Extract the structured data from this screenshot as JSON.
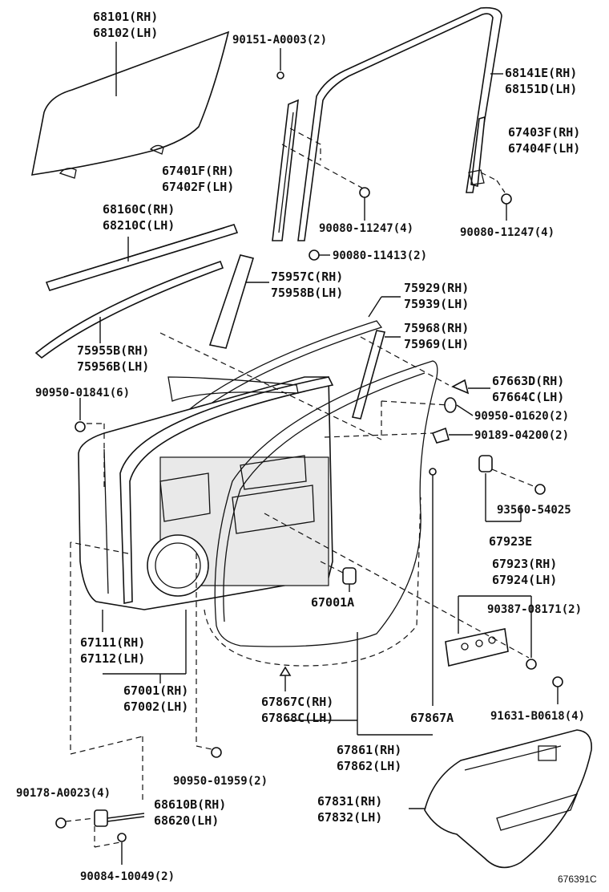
{
  "diagram_id": "676391C",
  "labels": {
    "p68101": "68101(RH)",
    "p68102": "68102(LH)",
    "p90151": "90151-A0003(2)",
    "p68141e": "68141E(RH)",
    "p68151d": "68151D(LH)",
    "p67403f": "67403F(RH)",
    "p67404f": "67404F(LH)",
    "p67401f": "67401F(RH)",
    "p67402f": "67402F(LH)",
    "p90080a": "90080-11247(4)",
    "p90080b": "90080-11247(4)",
    "p68160c": "68160C(RH)",
    "p68210c": "68210C(LH)",
    "p90080c": "90080-11413(2)",
    "p75957c": "75957C(RH)",
    "p75958b": "75958B(LH)",
    "p75929": "75929(RH)",
    "p75939": "75939(LH)",
    "p75968": "75968(RH)",
    "p75969": "75969(LH)",
    "p75955b": "75955B(RH)",
    "p75956b": "75956B(LH)",
    "p90950a": "90950-01841(6)",
    "p67663d": "67663D(RH)",
    "p67664c": "67664C(LH)",
    "p90950b": "90950-01620(2)",
    "p90189": "90189-04200(2)",
    "p93560": "93560-54025",
    "p67923e": "67923E",
    "p67923": "67923(RH)",
    "p67924": "67924(LH)",
    "p67001a": "67001A",
    "p90387": "90387-08171(2)",
    "p67111": "67111(RH)",
    "p67112": "67112(LH)",
    "p67001": "67001(RH)",
    "p67002": "67002(LH)",
    "p67867c": "67867C(RH)",
    "p67868c": "67868C(LH)",
    "p67867a": "67867A",
    "p91631": "91631-B0618(4)",
    "p67861": "67861(RH)",
    "p67862": "67862(LH)",
    "p90950c": "90950-01959(2)",
    "p90178": "90178-A0023(4)",
    "p68610b": "68610B(RH)",
    "p68620": "68620(LH)",
    "p67831": "67831(RH)",
    "p67832": "67832(LH)",
    "p90084": "90084-10049(2)"
  }
}
